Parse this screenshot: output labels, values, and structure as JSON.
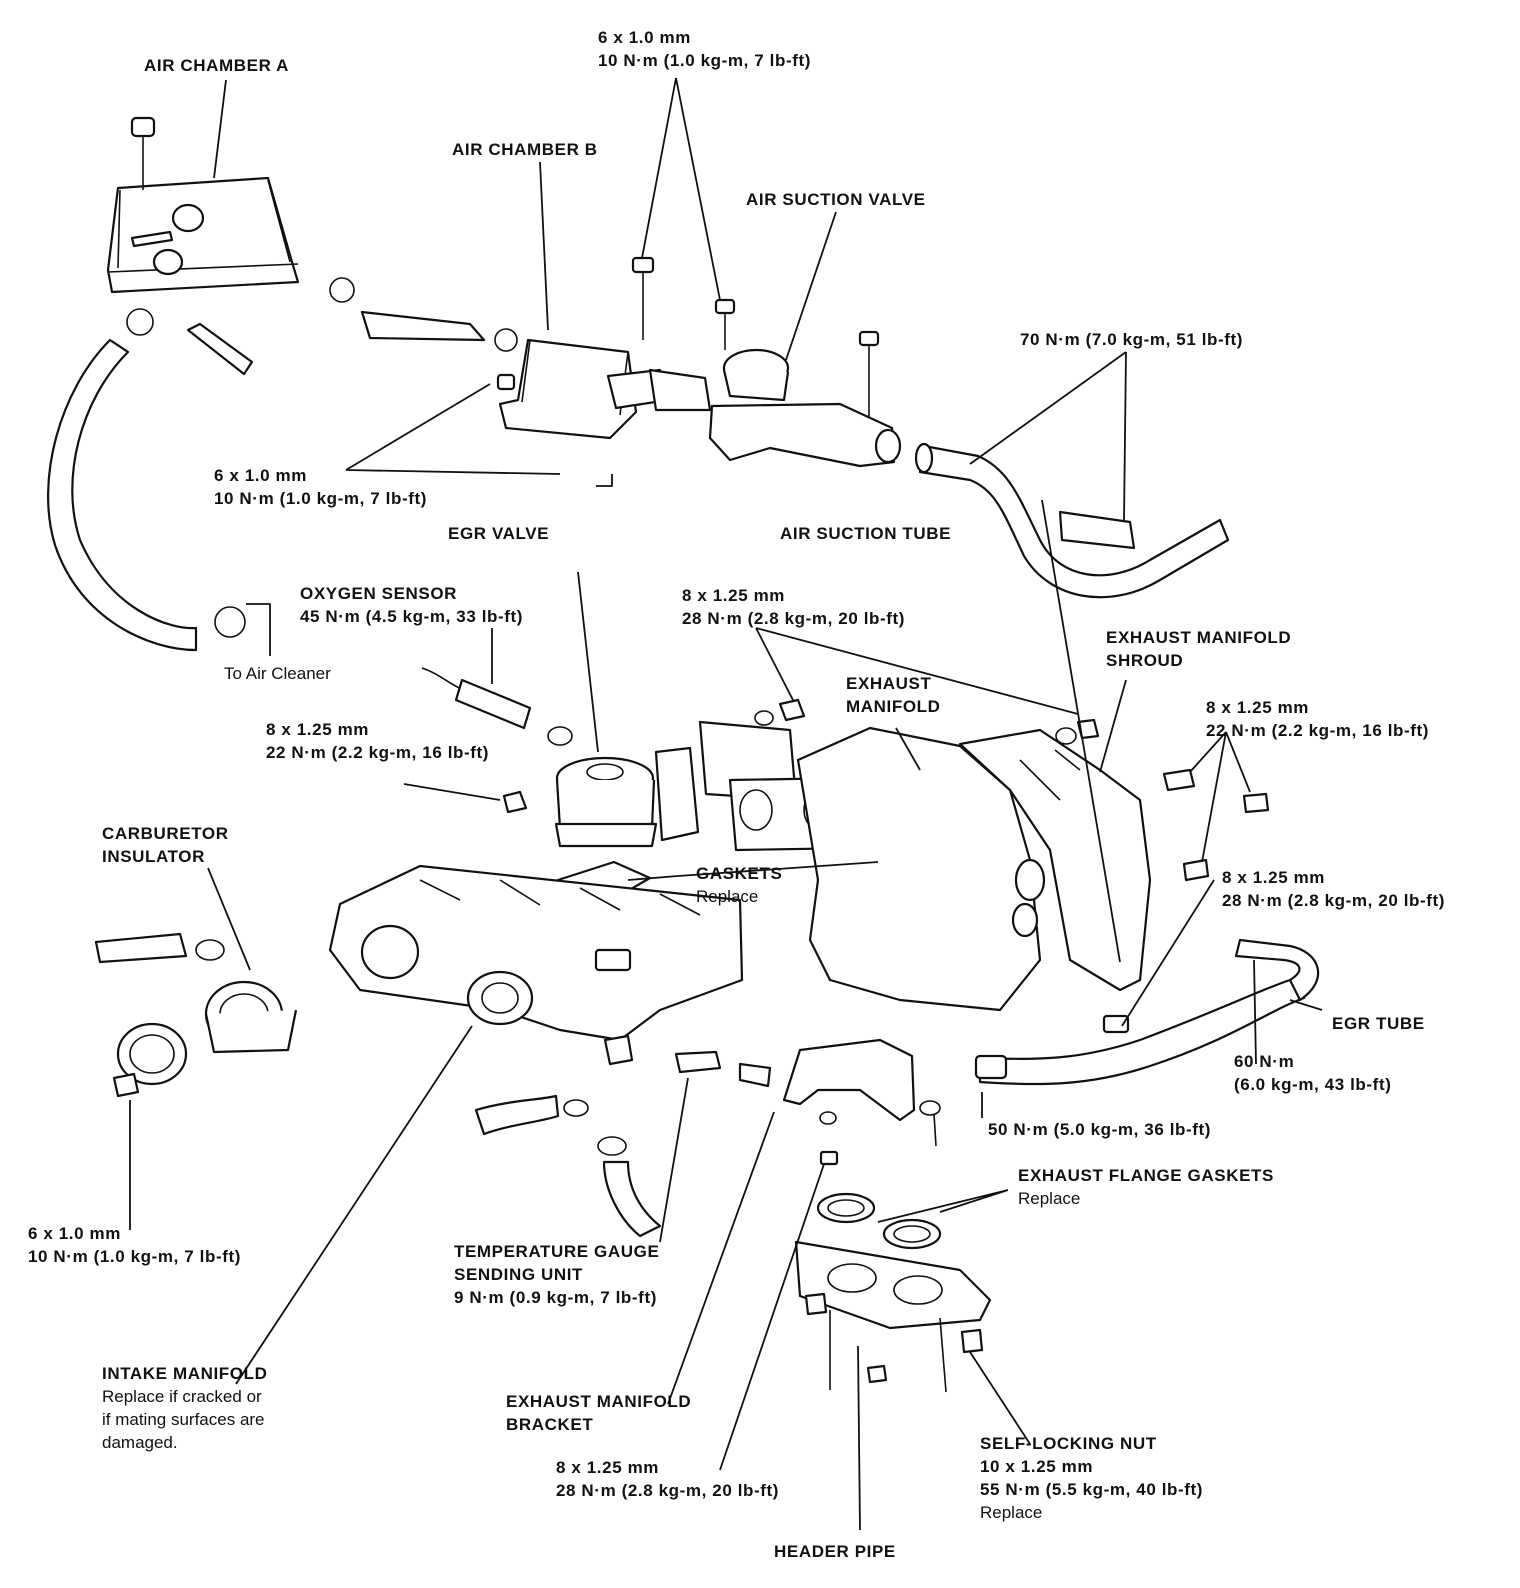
{
  "labels": {
    "air_chamber_a": "AIR CHAMBER A",
    "air_chamber_b": "AIR CHAMBER B",
    "top_bolt_size": "6 x 1.0 mm",
    "top_bolt_torque": "10 N·m (1.0 kg-m, 7 lb-ft)",
    "air_suction_valve": "AIR SUCTION VALVE",
    "tube_torque": "70 N·m (7.0 kg-m, 51 lb-ft)",
    "mid_bolt_size": "6 x 1.0 mm",
    "mid_bolt_torque": "10 N·m (1.0 kg-m, 7 lb-ft)",
    "egr_valve": "EGR VALVE",
    "air_suction_tube": "AIR SUCTION TUBE",
    "oxygen_sensor": "OXYGEN SENSOR",
    "oxygen_sensor_torque": "45 N·m (4.5 kg-m, 33 lb-ft)",
    "to_air_cleaner": "To Air Cleaner",
    "manifold_nut_size": "8 x 1.25 mm",
    "manifold_nut_torque": "28 N·m (2.8 kg-m, 20 lb-ft)",
    "exhaust_manifold_shroud_1": "EXHAUST MANIFOLD",
    "exhaust_manifold_shroud_2": "SHROUD",
    "exhaust_manifold_1": "EXHAUST",
    "exhaust_manifold_2": "MANIFOLD",
    "egr_nut_size": "8 x 1.25 mm",
    "egr_nut_torque": "22 N·m (2.2 kg-m, 16 lb-ft)",
    "shroud_bolt_size": "8 x 1.25 mm",
    "shroud_bolt_torque": "22 N·m (2.2 kg-m, 16 lb-ft)",
    "carburetor_insulator_1": "CARBURETOR",
    "carburetor_insulator_2": "INSULATOR",
    "gaskets": "GASKETS",
    "gaskets_note": "Replace",
    "egr_tube_bolt_size": "8 x 1.25 mm",
    "egr_tube_bolt_torque": "28 N·m (2.8 kg-m, 20 lb-ft)",
    "egr_tube": "EGR TUBE",
    "egr_tube_torque_1": "60 N·m",
    "egr_tube_torque_2": "(6.0 kg-m, 43 lb-ft)",
    "egr_fitting_torque": "50 N·m (5.0 kg-m, 36 lb-ft)",
    "exhaust_flange_gaskets": "EXHAUST FLANGE GASKETS",
    "exhaust_flange_gaskets_note": "Replace",
    "bottom_bolt_size": "6 x 1.0 mm",
    "bottom_bolt_torque": "10 N·m (1.0 kg-m, 7 lb-ft)",
    "temp_gauge_1": "TEMPERATURE GAUGE",
    "temp_gauge_2": "SENDING UNIT",
    "temp_gauge_torque": "9 N·m (0.9 kg-m, 7 lb-ft)",
    "intake_manifold": "INTAKE MANIFOLD",
    "intake_manifold_note_1": "Replace if cracked or",
    "intake_manifold_note_2": "if mating surfaces are",
    "intake_manifold_note_3": "damaged.",
    "exhaust_bracket_1": "EXHAUST MANIFOLD",
    "exhaust_bracket_2": "BRACKET",
    "bracket_bolt_size": "8 x 1.25 mm",
    "bracket_bolt_torque": "28 N·m (2.8 kg-m, 20 lb-ft)",
    "self_locking_nut": "SELF-LOCKING NUT",
    "self_locking_nut_size": "10 x 1.25 mm",
    "self_locking_nut_torque": "55 N·m (5.5 kg-m, 40 lb-ft)",
    "self_locking_nut_note": "Replace",
    "header_pipe": "HEADER PIPE"
  },
  "colors": {
    "ink": "#111111",
    "paper": "#ffffff"
  }
}
